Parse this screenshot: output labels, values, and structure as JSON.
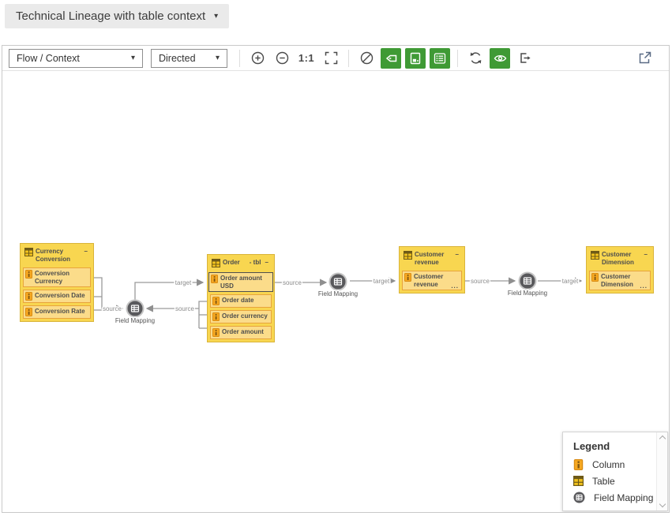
{
  "header": {
    "view_selector": "Technical Lineage with table context"
  },
  "toolbar": {
    "view_mode": "Flow / Context",
    "direction": "Directed",
    "zoom_actual": "1:1"
  },
  "diagram": {
    "edge_labels": {
      "source": "source",
      "target": "target"
    },
    "field_mapping": "Field Mapping",
    "tables": [
      {
        "name": "Currency Conversion",
        "collapse": "–",
        "columns": [
          "Conversion Currency",
          "Conversion Date",
          "Conversion Rate"
        ]
      },
      {
        "name": "Order",
        "suffix": "- tbl",
        "collapse": "–",
        "columns": [
          "Order amount USD",
          "Order date",
          "Order currency",
          "Order amount"
        ],
        "selected_column": "Order amount USD"
      },
      {
        "name": "Customer revenue",
        "collapse": "–",
        "columns": [
          "Customer revenue"
        ],
        "truncation": "..."
      },
      {
        "name": "Customer Dimension",
        "collapse": "–",
        "columns": [
          "Customer Dimension"
        ],
        "truncation": "..."
      }
    ]
  },
  "legend": {
    "title": "Legend",
    "items": [
      {
        "icon": "column-icon",
        "label": "Column"
      },
      {
        "icon": "table-icon",
        "label": "Table"
      },
      {
        "icon": "field-mapping-icon",
        "label": "Field Mapping"
      }
    ]
  },
  "colors": {
    "accent_green": "#3f9a35",
    "node_yellow": "#f8d650",
    "column_fill": "#fbdc8a",
    "column_border": "#e8a43c",
    "edge_gray": "#9a9a9a"
  }
}
